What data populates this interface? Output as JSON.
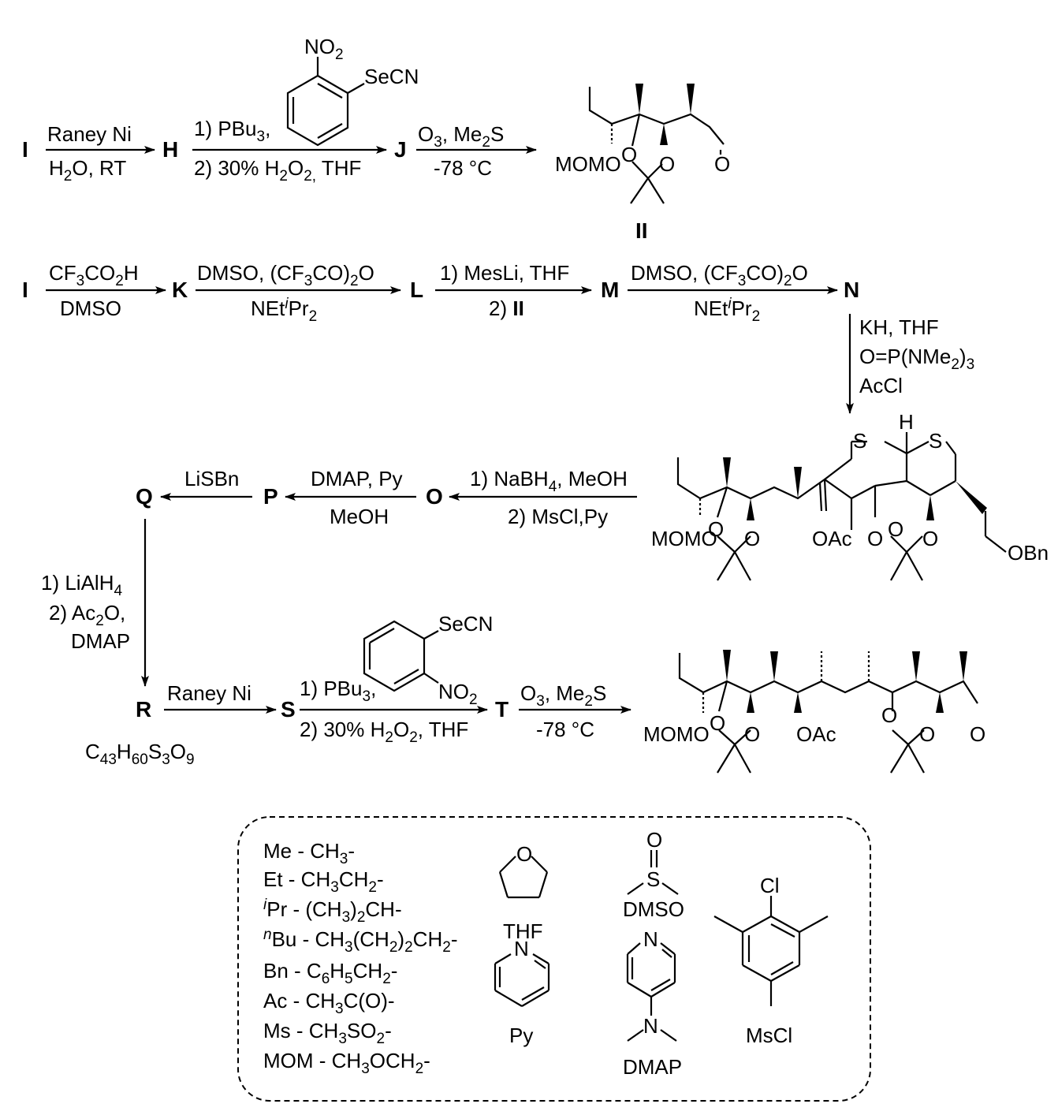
{
  "compounds": {
    "I": "I",
    "H": "H",
    "J": "J",
    "II": "II",
    "K": "K",
    "L": "L",
    "M": "M",
    "N": "N",
    "O": "O",
    "P": "P",
    "Q": "Q",
    "R": "R",
    "S": "S",
    "T": "T"
  },
  "formula_R": "C43H60S3O9",
  "atoms": {
    "MOMO": "MOMO",
    "O": "O",
    "OAc": "OAc",
    "OBn": "OBn",
    "S": "S",
    "H": "H",
    "NO2": "NO2",
    "SeCN": "SeCN",
    "Cl": "Cl",
    "N": "N"
  },
  "reagents": {
    "r1_top": "Raney Ni",
    "r1_bot": "H2O, RT",
    "r2_top": "1) PBu3,",
    "r2_bot": "2) 30% H2O2, THF",
    "r3_top": "O3, Me2S",
    "r3_bot": "-78 °C",
    "r4_top": "CF3CO2H",
    "r4_bot": "DMSO",
    "r5_top": "DMSO, (CF3CO)2O",
    "r5_bot": "NEtiPr2",
    "r6_top": "1) MesLi, THF",
    "r6_bot": "2) II",
    "r7_top": "DMSO, (CF3CO)2O",
    "r7_bot": "NEtiPr2",
    "r8_1": "KH, THF",
    "r8_2": "O=P(NMe2)3",
    "r8_3": "AcCl",
    "r9_top": "1) NaBH4, MeOH",
    "r9_bot": "2) MsCl,Py",
    "r10_top": "DMAP, Py",
    "r10_bot": "MeOH",
    "r11_top": "LiSBn",
    "r12_1": "1) LiAlH4",
    "r12_2": "2) Ac2O,",
    "r12_3": "DMAP",
    "r13_top": "Raney Ni",
    "r14_top": "1) PBu3,",
    "r14_bot": "2) 30% H2O2, THF",
    "r15_top": "O3, Me2S",
    "r15_bot": "-78 °C"
  },
  "legend": {
    "abbr": [
      "Me - CH3-",
      "Et - CH3CH2-",
      "iPr - (CH3)2CH-",
      "nBu - CH3(CH2)2CH2-",
      "Bn - C6H5CH2-",
      "Ac - CH3C(O)-",
      "Ms - CH3SO2-",
      "MOM - CH3OCH2-"
    ],
    "THF": "THF",
    "DMSO": "DMSO",
    "Py": "Py",
    "DMAP": "DMAP",
    "MsCl": "MsCl"
  }
}
